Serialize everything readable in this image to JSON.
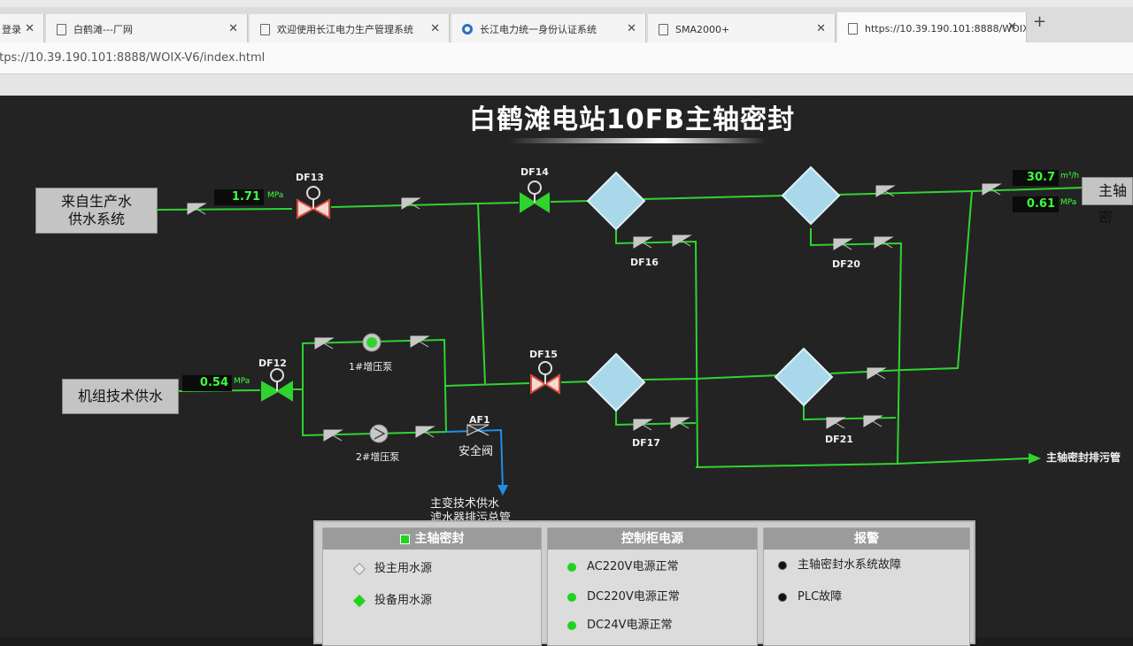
{
  "browser": {
    "tabs": [
      {
        "label": "登录"
      },
      {
        "label": "白鹤滩---厂网"
      },
      {
        "label": "欢迎使用长江电力生产管理系统"
      },
      {
        "label": "长江电力统一身份认证系统"
      },
      {
        "label": "SMA2000+"
      },
      {
        "label": "https://10.39.190.101:8888/WOIX"
      }
    ],
    "close_glyph": "✕",
    "new_tab_glyph": "+",
    "address": "ttps://10.39.190.101:8888/WOIX-V6/index.html"
  },
  "scada": {
    "title": "白鹤滩电站10FB主轴密封",
    "sources": {
      "production": {
        "line1": "来自生产水",
        "line2": "供水系统"
      },
      "unit_tech": {
        "label": "机组技术供水"
      },
      "main_shaft": {
        "label": "主轴密"
      }
    },
    "readings": {
      "production_pressure": {
        "value": "1.71",
        "unit": "MPa"
      },
      "unit_tech_pressure": {
        "value": "0.54",
        "unit": "MPa"
      },
      "outlet_flow": {
        "value": "30.7",
        "unit": "m³/h"
      },
      "outlet_pressure": {
        "value": "0.61",
        "unit": "MPa"
      }
    },
    "valves": {
      "df13": "DF13",
      "df12": "DF12",
      "df14": "DF14",
      "df15": "DF15",
      "df16": "DF16",
      "df17": "DF17",
      "df20": "DF20",
      "df21": "DF21",
      "af1": "AF1"
    },
    "pumps": {
      "pump1": "1#增压泵",
      "pump2": "2#增压泵"
    },
    "safety_valve": "安全阀",
    "drain_label": {
      "line1": "主变技术供水",
      "line2": "滤水器排污总管"
    },
    "shaft_drain": "主轴密封排污管",
    "valve_open_motor": "M"
  },
  "legend": {
    "seal": {
      "title": "主轴密封",
      "items": [
        {
          "label": "投主用水源"
        },
        {
          "label": "投备用水源"
        }
      ]
    },
    "power": {
      "title": "控制柜电源",
      "items": [
        {
          "label": "AC220V电源正常"
        },
        {
          "label": "DC220V电源正常"
        },
        {
          "label": "DC24V电源正常"
        }
      ]
    },
    "alarm": {
      "title": "报警",
      "items": [
        {
          "label": "主轴密封水系统故障"
        },
        {
          "label": "PLC故障"
        }
      ]
    }
  },
  "colors": {
    "pipe": "#2fd42f",
    "pipe_drain": "#1e8fe8",
    "valve_open": "#2fd42f",
    "valve_closed": "#d94a3a",
    "valve_idle": "#c8c8c8",
    "filter": "#a9d8ea"
  }
}
